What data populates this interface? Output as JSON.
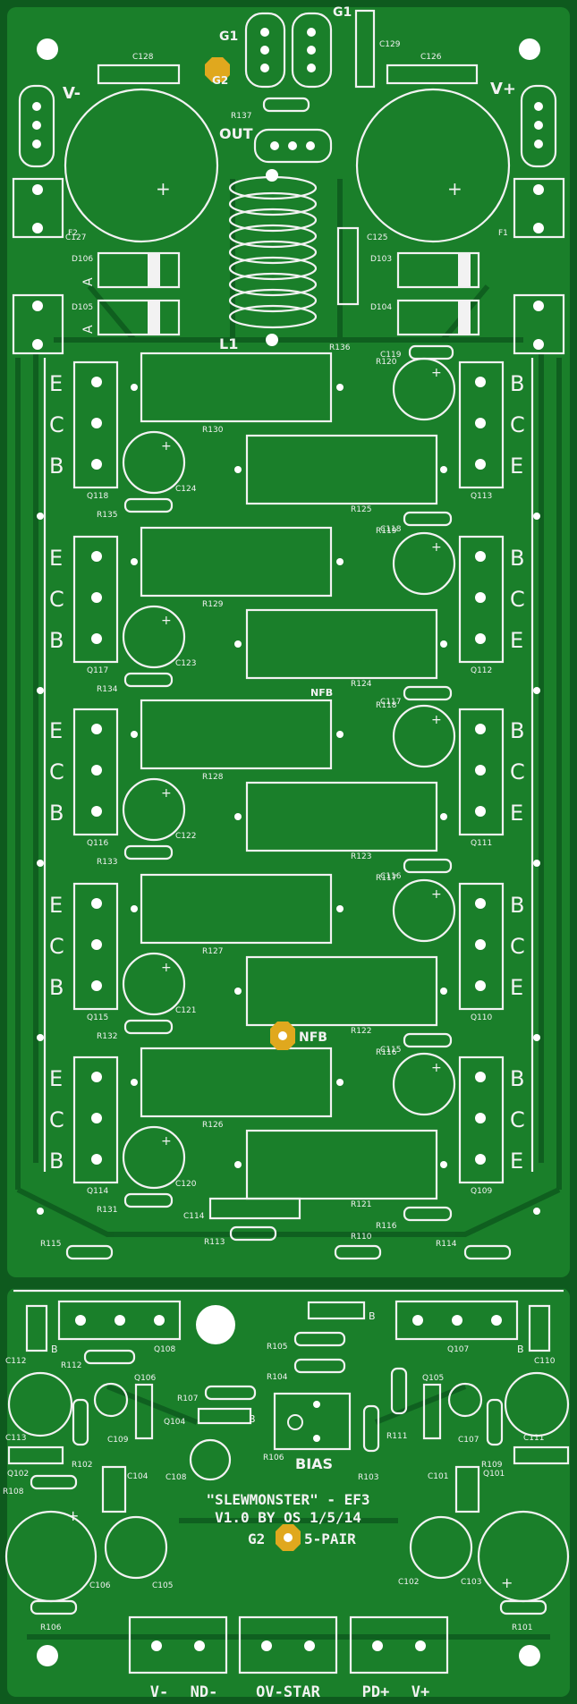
{
  "board": {
    "bg_color": "#0e5a1e",
    "copper_pour_color": "#1a7f2a",
    "silk_color": "#f2f2f2",
    "gold_pad_color": "#e0a81e",
    "pad_color": "#ffffff"
  },
  "top": {
    "g1_left": "G1",
    "g1_right": "G1",
    "g2": "G2",
    "v_minus": "V-",
    "v_plus": "V+",
    "out": "OUT",
    "l1": "L1",
    "nfb_top": "NFB",
    "nfb_mid": "NFB"
  },
  "refs": {
    "c128": "C128",
    "c129": "C129",
    "c126": "C126",
    "c127": "C127",
    "c125": "C125",
    "r137": "R137",
    "r136": "R136",
    "r120": "R120",
    "f1": "F1",
    "f2": "F2",
    "d106": "D106",
    "d105": "D105",
    "d103": "D103",
    "d104": "D104",
    "a1": "A",
    "a2": "A"
  },
  "output_rows": [
    {
      "left_pins": [
        "E",
        "C",
        "B"
      ],
      "right_pins": [
        "B",
        "C",
        "E"
      ],
      "left_q": "Q118",
      "right_q": "Q113",
      "r_top": "R130",
      "r_bot": "R125",
      "cap_l": "C124",
      "cap_r": "C119",
      "r_small_l": "R135",
      "r_small_r": "R119"
    },
    {
      "left_pins": [
        "E",
        "C",
        "B"
      ],
      "right_pins": [
        "B",
        "C",
        "E"
      ],
      "left_q": "Q117",
      "right_q": "Q112",
      "r_top": "R129",
      "r_bot": "R124",
      "cap_l": "C123",
      "cap_r": "C118",
      "r_small_l": "R134",
      "r_small_r": "R118"
    },
    {
      "left_pins": [
        "E",
        "C",
        "B"
      ],
      "right_pins": [
        "B",
        "C",
        "E"
      ],
      "left_q": "Q116",
      "right_q": "Q111",
      "r_top": "R128",
      "r_bot": "R123",
      "cap_l": "C122",
      "cap_r": "C117",
      "r_small_l": "R133",
      "r_small_r": "R117"
    },
    {
      "left_pins": [
        "E",
        "C",
        "B"
      ],
      "right_pins": [
        "B",
        "C",
        "E"
      ],
      "left_q": "Q115",
      "right_q": "Q110",
      "r_top": "R127",
      "r_bot": "R122",
      "cap_l": "C121",
      "cap_r": "C116",
      "r_small_l": "R132",
      "r_small_r": "R116"
    },
    {
      "left_pins": [
        "E",
        "C",
        "B"
      ],
      "right_pins": [
        "B",
        "C",
        "E"
      ],
      "left_q": "Q114",
      "right_q": "Q109",
      "r_top": "R126",
      "r_bot": "R121",
      "cap_l": "C120",
      "cap_r": "C115",
      "r_small_l": "R131",
      "r_small_r": "R116"
    }
  ],
  "lower": {
    "c114": "C114",
    "r113": "R113",
    "r115": "R115",
    "r110": "R110",
    "r114": "R114",
    "q108": "Q108",
    "q107": "Q107",
    "c112": "C112",
    "c110": "C110",
    "b1": "B",
    "b2": "B",
    "b3": "B",
    "b4": "B",
    "r112": "R112",
    "r105": "R105",
    "r104": "R104",
    "r107": "R107",
    "q104": "Q104",
    "q106": "Q106",
    "q105": "Q105",
    "r111": "R111",
    "r103": "R103",
    "r106": "R106",
    "bias": "BIAS",
    "c113": "C113",
    "c111": "C111",
    "c109": "C109",
    "c107": "C107",
    "r102": "R102",
    "r109": "R109",
    "r108": "R108",
    "c104": "C104",
    "c101": "C101",
    "q102": "Q102",
    "q101": "Q101",
    "c108": "C108",
    "c106": "C106",
    "c105": "C105",
    "c102": "C102",
    "c103": "C103",
    "r106b": "R106",
    "r101": "R101"
  },
  "title": {
    "line1": "\"SLEWMONSTER\" - EF3",
    "line2": "V1.0 BY OS 1/5/14",
    "g2": "G2",
    "pair": "5-PAIR"
  },
  "connectors": {
    "labels": [
      "V-",
      "ND-",
      "OV-STAR",
      "PD+",
      "V+"
    ]
  }
}
